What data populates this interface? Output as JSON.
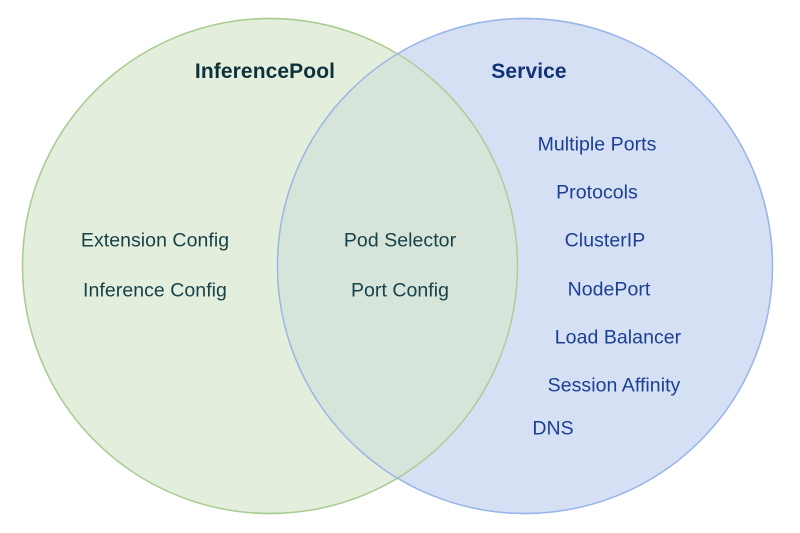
{
  "diagram": {
    "type": "venn",
    "sets": [
      {
        "id": "inferencepool",
        "title": "InferencePool",
        "title_color": "#0d323c",
        "fill_color": "#e4eedc",
        "stroke_color": "#a8cd92",
        "text_color": "#17424a",
        "items": [
          "Extension Config",
          "Inference Config"
        ]
      },
      {
        "id": "service",
        "title": "Service",
        "title_color": "#113275",
        "fill_color": "#d5e0f5",
        "stroke_color": "#9ab6e8",
        "text_color": "#1b3f91",
        "items": [
          "Multiple Ports",
          "Protocols",
          "ClusterIP",
          "NodePort",
          "Load Balancer",
          "Session Affinity",
          "DNS"
        ]
      }
    ],
    "intersection": {
      "id": "shared",
      "fill_color": "#d6e4d9",
      "text_color": "#17424a",
      "items": [
        "Pod Selector",
        "Port Config"
      ]
    },
    "background_color": "#ffffff"
  }
}
